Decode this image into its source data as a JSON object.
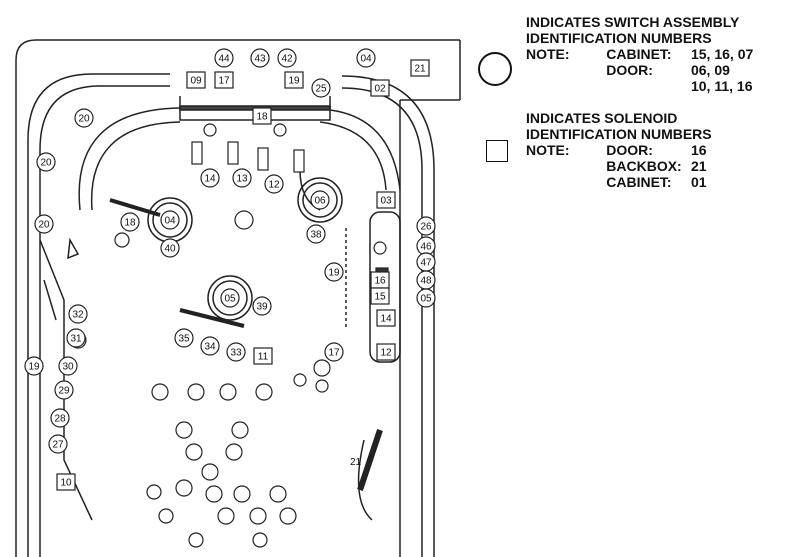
{
  "legend": {
    "switch": {
      "title_line1": "INDICATES SWITCH ASSEMBLY",
      "title_line2": "IDENTIFICATION NUMBERS",
      "note_label": "NOTE:",
      "rows": [
        {
          "key": "CABINET:",
          "value": "15, 16, 07"
        },
        {
          "key": "DOOR:",
          "value": "06, 09"
        },
        {
          "key": "",
          "value": "10, 11, 16"
        }
      ]
    },
    "solenoid": {
      "title_line1": "INDICATES SOLENOID",
      "title_line2": "IDENTIFICATION NUMBERS",
      "note_label": "NOTE:",
      "rows": [
        {
          "key": "DOOR:",
          "value": "16"
        },
        {
          "key": "BACKBOX:",
          "value": "21"
        },
        {
          "key": "CABINET:",
          "value": "01"
        }
      ]
    }
  },
  "diagram": {
    "switches": [
      "44",
      "43",
      "42",
      "04",
      "25",
      "20",
      "20",
      "20",
      "18",
      "04",
      "40",
      "06",
      "38",
      "05",
      "26",
      "46",
      "47",
      "48",
      "05",
      "39",
      "35",
      "34",
      "33",
      "32",
      "31",
      "30",
      "19",
      "29",
      "28",
      "27",
      "19",
      "17",
      "14",
      "13",
      "12"
    ],
    "solenoids": [
      "09",
      "17",
      "19",
      "21",
      "02",
      "18",
      "03",
      "16",
      "15",
      "14",
      "12",
      "11",
      "10"
    ],
    "stray_label": "21"
  }
}
